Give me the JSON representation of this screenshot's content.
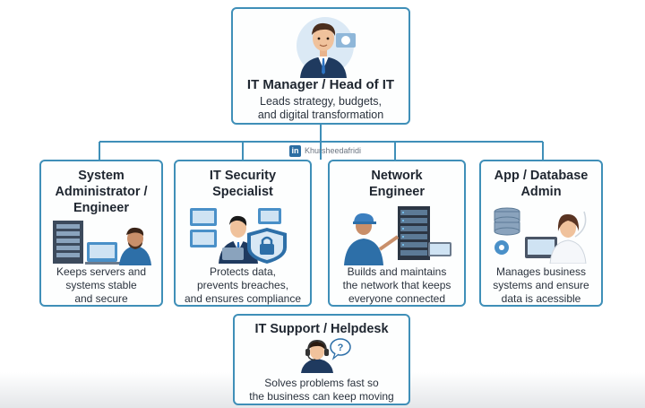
{
  "top": {
    "title": "IT Manager / Head of IT",
    "desc_line1": "Leads strategy, budgets,",
    "desc_line2": "and digital transformation"
  },
  "watermark": {
    "logo": "in",
    "handle": "Khursheedafridi"
  },
  "roles": [
    {
      "title_lines": [
        "System",
        "Administrator /",
        "Engineer"
      ],
      "desc_lines": [
        "Keeps servers and",
        "systems stable",
        "and secure"
      ],
      "icon": "server-admin-icon"
    },
    {
      "title_lines": [
        "IT Security",
        "Specialist"
      ],
      "desc_lines": [
        "Protects data,",
        "prevents breaches,",
        "and ensures compliance"
      ],
      "icon": "security-shield-icon"
    },
    {
      "title_lines": [
        "Network",
        "Engineer"
      ],
      "desc_lines": [
        "Builds and maintains",
        "the network that keeps",
        "everyone connected"
      ],
      "icon": "network-rack-icon"
    },
    {
      "title_lines": [
        "App / Database",
        "Admin"
      ],
      "desc_lines": [
        "Manages business",
        "systems and ensure",
        "data is acessible"
      ],
      "icon": "database-icon"
    }
  ],
  "support": {
    "title": "IT Support / Helpdesk",
    "desc_line1": "Solves problems fast so",
    "desc_line2": "the business can keep moving",
    "icon": "headset-agent-icon"
  },
  "colors": {
    "border": "#3f8fb8",
    "accent": "#4a90c8",
    "navy": "#1f3a5f"
  }
}
